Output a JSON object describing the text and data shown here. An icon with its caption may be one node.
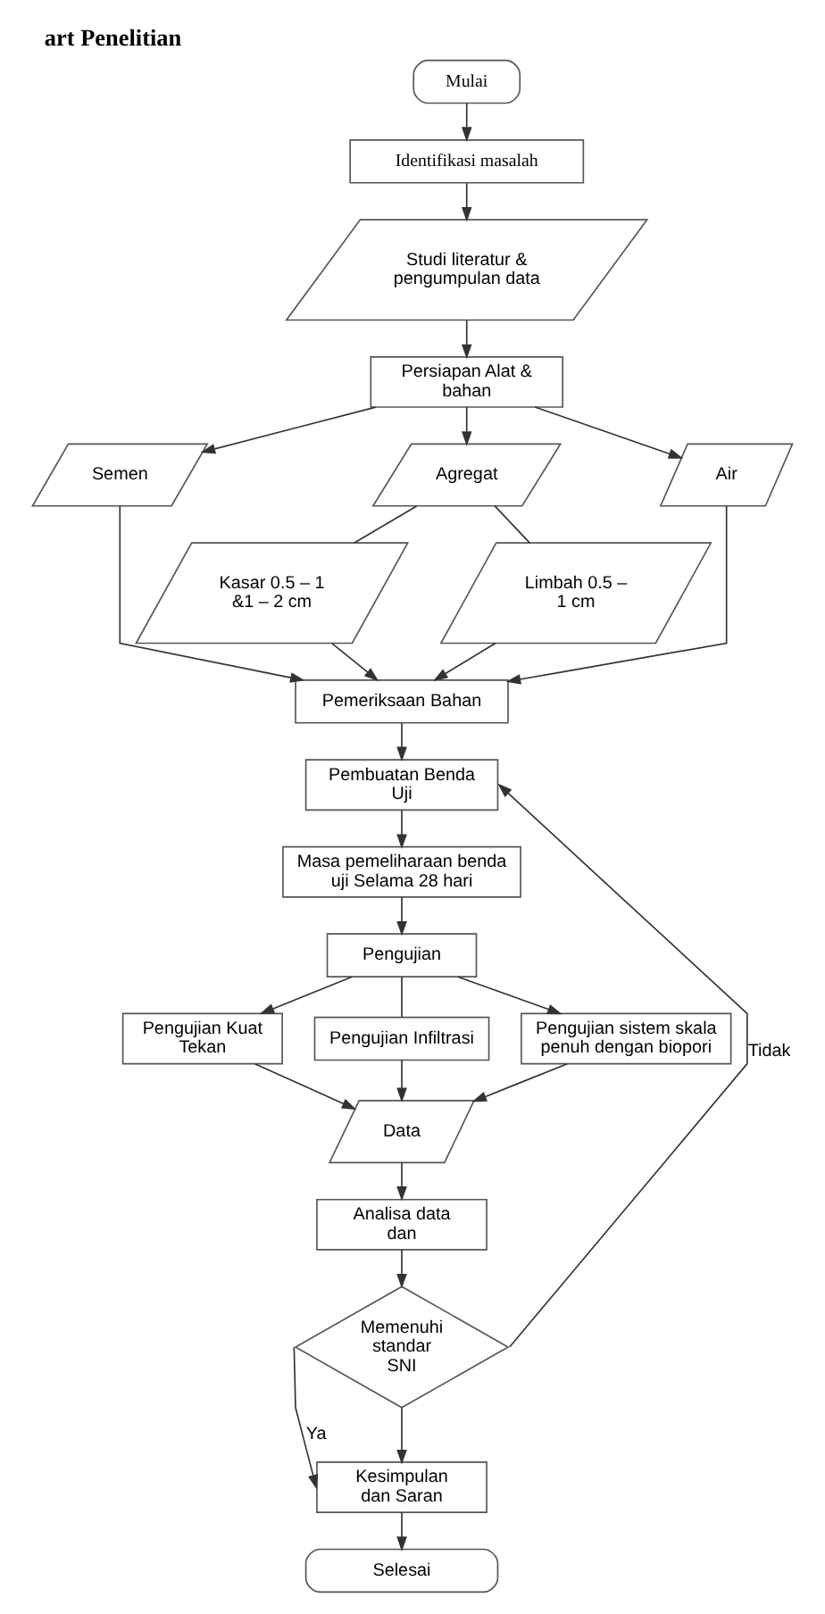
{
  "diagram": {
    "title": "art Penelitian",
    "nodes": [
      {
        "text": [
          "Mulai"
        ]
      },
      {
        "text": [
          "Identifikasi masalah"
        ]
      },
      {
        "text": [
          "Studi literatur & pengumpulan data"
        ]
      },
      {
        "text": [
          "Persiapan Alat & bahan"
        ]
      },
      {
        "text": [
          "Semen"
        ]
      },
      {
        "text": [
          "Agregat"
        ]
      },
      {
        "text": [
          "Air"
        ]
      },
      {
        "text": [
          "Kasar 0.5 – 1 &1 – 2 cm"
        ]
      },
      {
        "text": [
          "Limbah 0.5 – 1 cm"
        ]
      },
      {
        "text": [
          "Pemeriksaan Bahan"
        ]
      },
      {
        "text": [
          "Pembuatan Benda Uji"
        ]
      },
      {
        "text": [
          "Masa pemeliharaan benda uji Selama 28 hari"
        ]
      },
      {
        "text": [
          "Pengujian"
        ]
      },
      {
        "text": [
          "Pengujian Kuat Tekan"
        ]
      },
      {
        "text": [
          "Pengujian Infiltrasi"
        ]
      },
      {
        "text": [
          "Pengujian sistem skala penuh dengan biopori"
        ]
      },
      {
        "text": [
          "Data"
        ]
      },
      {
        "text": [
          "Analisa data dan"
        ]
      },
      {
        "text": [
          "Memenuhi standar SNI"
        ]
      },
      {
        "text": [
          "Kesimpulan dan Saran"
        ]
      },
      {
        "text": [
          "Selesai"
        ]
      }
    ],
    "edges": [
      {
        "from": 0,
        "to": 1,
        "arrow": "to"
      },
      {
        "from": 1,
        "to": 2,
        "arrow": "to"
      },
      {
        "from": 2,
        "to": 3,
        "arrow": "to"
      },
      {
        "from": 3,
        "to": 4,
        "arrow": "to"
      },
      {
        "from": 3,
        "to": 5,
        "arrow": "to"
      },
      {
        "from": 3,
        "to": 6,
        "arrow": "to"
      },
      {
        "from": 5,
        "to": 7,
        "arrow": "none"
      },
      {
        "from": 5,
        "to": 8,
        "arrow": "none"
      },
      {
        "from": 4,
        "to": 9,
        "arrow": "to"
      },
      {
        "from": 7,
        "to": 9,
        "arrow": "to"
      },
      {
        "from": 8,
        "to": 9,
        "arrow": "to"
      },
      {
        "from": 6,
        "to": 9,
        "arrow": "to"
      },
      {
        "from": 9,
        "to": 10,
        "arrow": "to"
      },
      {
        "from": 10,
        "to": 11,
        "arrow": "to"
      },
      {
        "from": 11,
        "to": 12,
        "arrow": "to"
      },
      {
        "from": 12,
        "to": 13,
        "arrow": "to"
      },
      {
        "from": 12,
        "to": 14,
        "arrow": "none"
      },
      {
        "from": 12,
        "to": 15,
        "arrow": "to"
      },
      {
        "from": 13,
        "to": 16,
        "arrow": "to"
      },
      {
        "from": 14,
        "to": 16,
        "arrow": "to"
      },
      {
        "from": 15,
        "to": 16,
        "arrow": "to"
      },
      {
        "from": 16,
        "to": 17,
        "arrow": "to"
      },
      {
        "from": 17,
        "to": 18,
        "arrow": "to"
      },
      {
        "from": 18,
        "to": 10,
        "label": "Tidak",
        "arrow": "to"
      },
      {
        "from": 18,
        "to": 19,
        "label": "Ya",
        "arrow": "to"
      },
      {
        "from": 18,
        "to": 19,
        "arrow": "to"
      },
      {
        "from": 19,
        "to": 20,
        "arrow": "to"
      }
    ]
  }
}
